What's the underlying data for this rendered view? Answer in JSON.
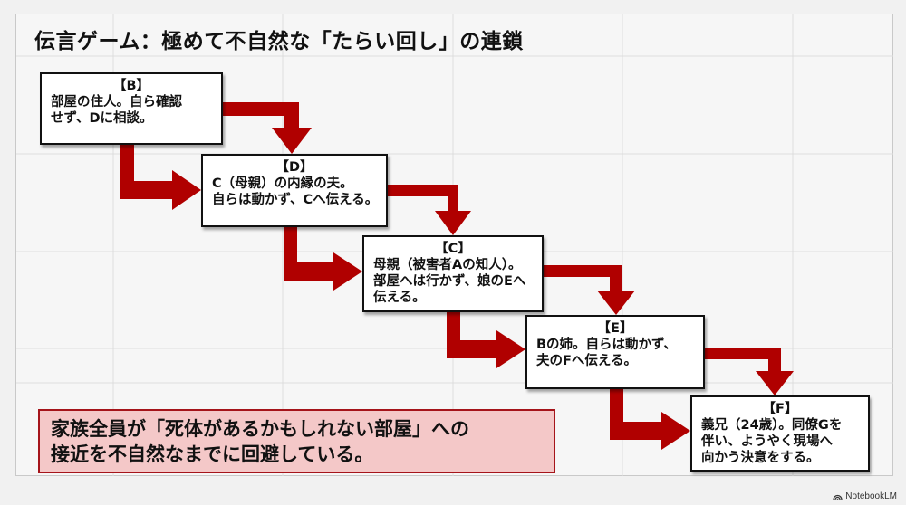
{
  "title": "伝言ゲーム：極めて不自然な「たらい回し」の連鎖",
  "colors": {
    "arrow": "#b00000",
    "note_bg": "#f4c8c8",
    "note_border": "#a5141a",
    "box_border": "#111111"
  },
  "nodes": [
    {
      "id": "B",
      "label": "【B】",
      "lines": [
        "部屋の住人。自ら確認",
        "せず、Dに相談。"
      ]
    },
    {
      "id": "D",
      "label": "【D】",
      "lines": [
        "C（母親）の内縁の夫。",
        "自らは動かず、Cへ伝える。"
      ]
    },
    {
      "id": "C",
      "label": "【C】",
      "lines": [
        "母親（被害者Aの知人）。",
        "部屋へは行かず、娘のEへ",
        "伝える。"
      ]
    },
    {
      "id": "E",
      "label": "【E】",
      "lines": [
        "Bの姉。自らは動かず、",
        "夫のFへ伝える。"
      ]
    },
    {
      "id": "F",
      "label": "【F】",
      "lines": [
        "義兄（24歳）。同僚Gを",
        "伴い、ようやく現場へ",
        "向かう決意をする。"
      ]
    }
  ],
  "edges": [
    {
      "from": "B",
      "to": "D",
      "style": "right-then-down"
    },
    {
      "from": "B",
      "to": "D",
      "style": "down-then-right"
    },
    {
      "from": "D",
      "to": "C",
      "style": "right-then-down"
    },
    {
      "from": "D",
      "to": "C",
      "style": "down-then-right"
    },
    {
      "from": "C",
      "to": "E",
      "style": "right-then-down"
    },
    {
      "from": "C",
      "to": "E",
      "style": "down-then-right"
    },
    {
      "from": "E",
      "to": "F",
      "style": "right-then-down"
    },
    {
      "from": "E",
      "to": "F",
      "style": "down-then-right"
    }
  ],
  "note": {
    "lines": [
      "家族全員が「死体があるかもしれない部屋」への",
      "接近を不自然なまでに回避している。"
    ]
  },
  "brand": {
    "icon": "notebooklm-logo-icon",
    "text": "NotebookLM"
  }
}
